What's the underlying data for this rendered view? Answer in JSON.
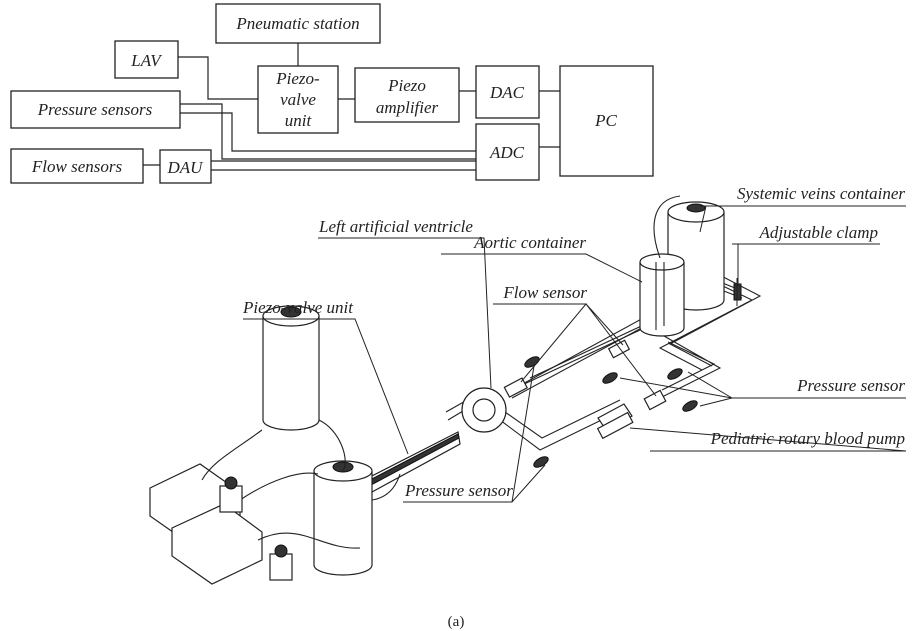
{
  "block_diagram": {
    "pneumatic_station": "Pneumatic station",
    "lav": "LAV",
    "piezo_valve_unit": [
      "Piezo-",
      "valve",
      "unit"
    ],
    "piezo_amplifier": [
      "Piezo",
      "amplifier"
    ],
    "dac": "DAC",
    "adc": "ADC",
    "pc": "PC",
    "pressure_sensors": "Pressure sensors",
    "flow_sensors": "Flow sensors",
    "dau": "DAU"
  },
  "setup_labels": {
    "systemic_veins_container": "Systemic veins container",
    "adjustable_clamp": "Adjustable clamp",
    "aortic_container": "Aortic container",
    "flow_sensor": "Flow sensor",
    "left_artificial_ventricle": "Left artificial ventricle",
    "piezo_valve_unit": "Piezo-valve unit",
    "pressure_sensor_right": "Pressure sensor",
    "pediatric_rotary_blood_pump": "Pediatric rotary blood pump",
    "pressure_sensor_bottom": "Pressure sensor"
  },
  "caption": "(a)"
}
